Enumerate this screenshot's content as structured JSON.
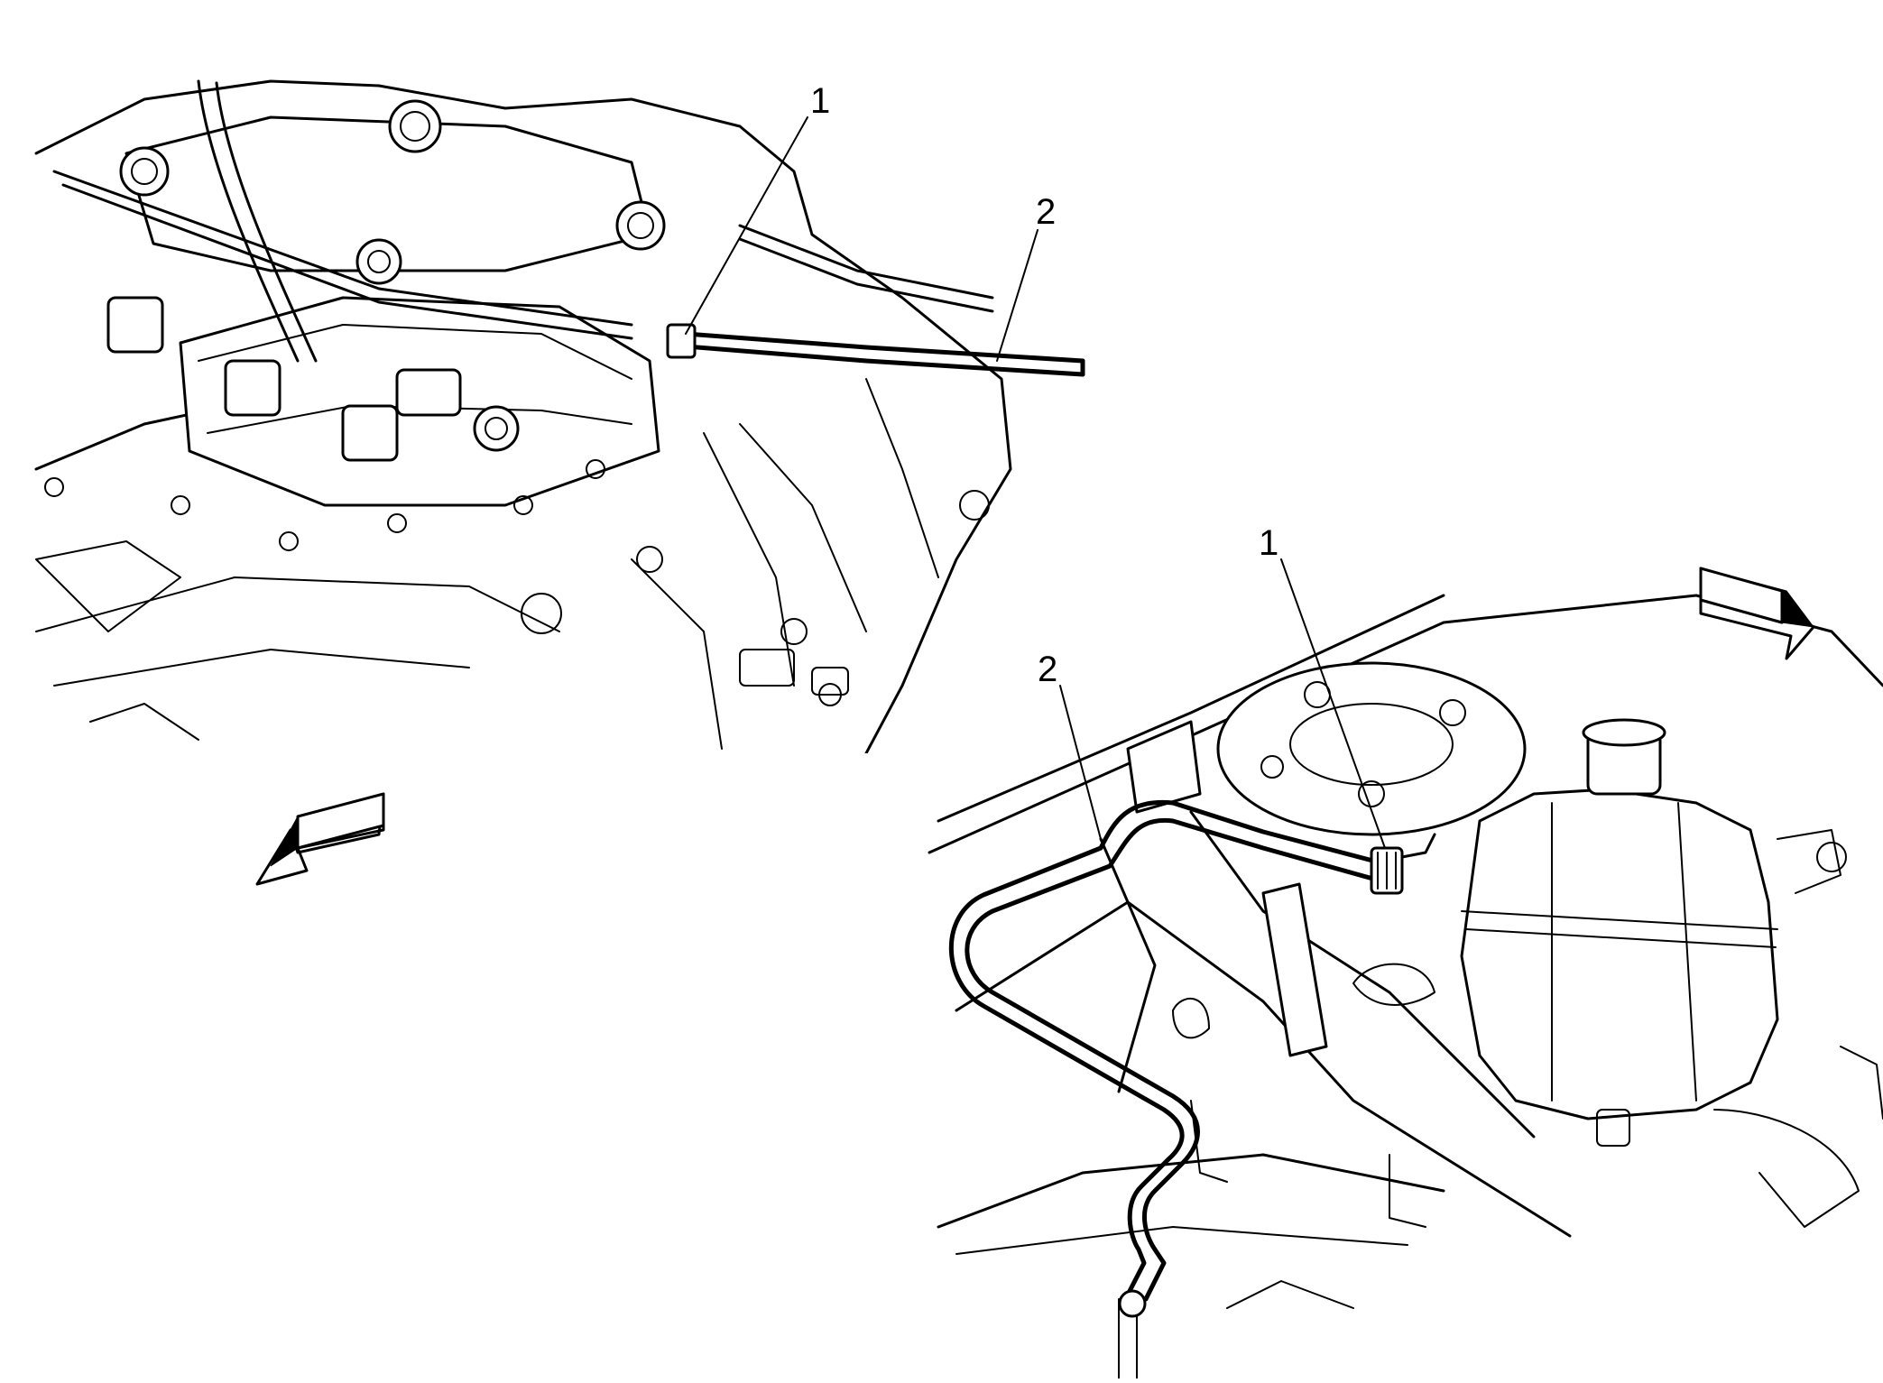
{
  "callouts": {
    "top_left_1": "1",
    "top_left_2": "2",
    "bottom_right_1": "1",
    "bottom_right_2": "2"
  },
  "icons": [
    "front-direction-arrow-icon"
  ],
  "colors": {
    "line": "#000000",
    "background": "#ffffff"
  }
}
